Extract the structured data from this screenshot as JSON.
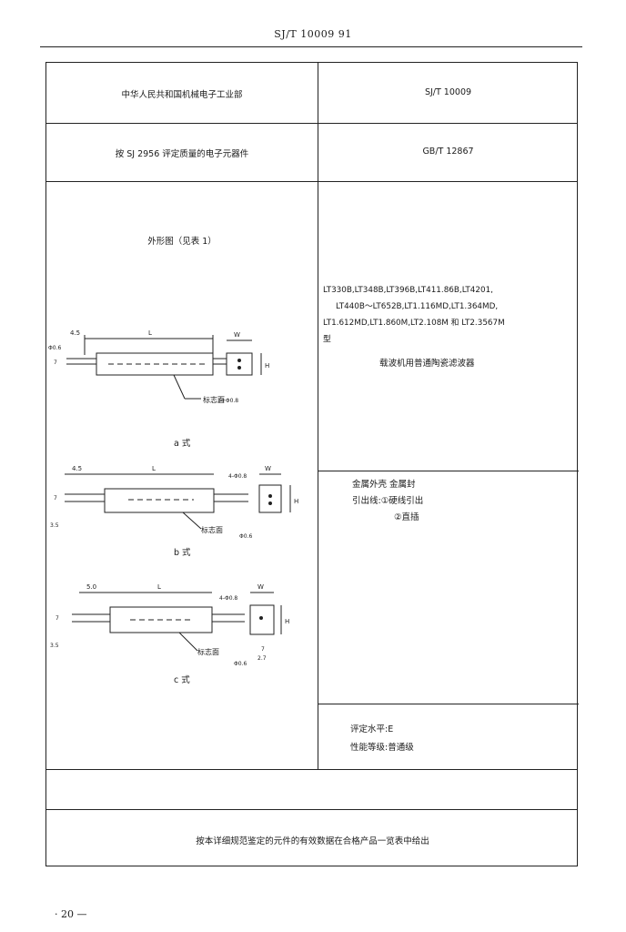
{
  "header": {
    "standard_code": "SJ/T 10009   91"
  },
  "table": {
    "issuer": "中华人民共和国机械电子工业部",
    "doc_number": "SJ/T 10009",
    "basis": "按 SJ 2956 评定质量的电子元器件",
    "ref_standard": "GB/T 12867",
    "outline_title": "外形图（见表 1）",
    "models_lines": [
      "LT330B,LT348B,LT396B,LT411.86B,LT4201,",
      "LT440B～LT652B,LT1.116MD,LT1.364MD,",
      "LT1.612MD,LT1.860M,LT2.108M 和 LT2.3567M",
      "型"
    ],
    "product_name": "载波机用普通陶瓷滤波器",
    "construction": {
      "line1": "金属外壳  金属封",
      "line2": "引出线:①硬线引出",
      "line3": "②直插"
    },
    "rating": {
      "level": "评定水平:E",
      "class": "性能等级:普通级"
    },
    "footer_note": "按本详细规范鉴定的元件的有效数据在合格产品一览表中给出"
  },
  "figures": {
    "a": {
      "caption": "a 式",
      "marking": "标志面",
      "dim_left": "4.5",
      "dim_L": "L",
      "dim_W": "W",
      "dim_H": "H",
      "dim_pin": "Φ0.6",
      "dim_t": "7",
      "dim_lead": "3+Φ0.8"
    },
    "b": {
      "caption": "b 式",
      "marking": "标志面",
      "dim_left": "4.5",
      "dim_L": "L",
      "dim_W": "W",
      "dim_H": "H",
      "dim_pin": "Φ0.6",
      "dim_t": "7",
      "dim_lead": "4-Φ0.8",
      "dim_side": "3.5"
    },
    "c": {
      "caption": "c 式",
      "marking": "标志面",
      "dim_left": "5.0",
      "dim_L": "L",
      "dim_W": "W",
      "dim_H": "H",
      "dim_pin": "Φ0.6",
      "dim_t": "7",
      "dim_lead": "4-Φ0.8",
      "dim_side": "3.5",
      "dim_h7": "7",
      "dim_27": "2.7"
    }
  },
  "page": {
    "number": "· 20 —"
  }
}
